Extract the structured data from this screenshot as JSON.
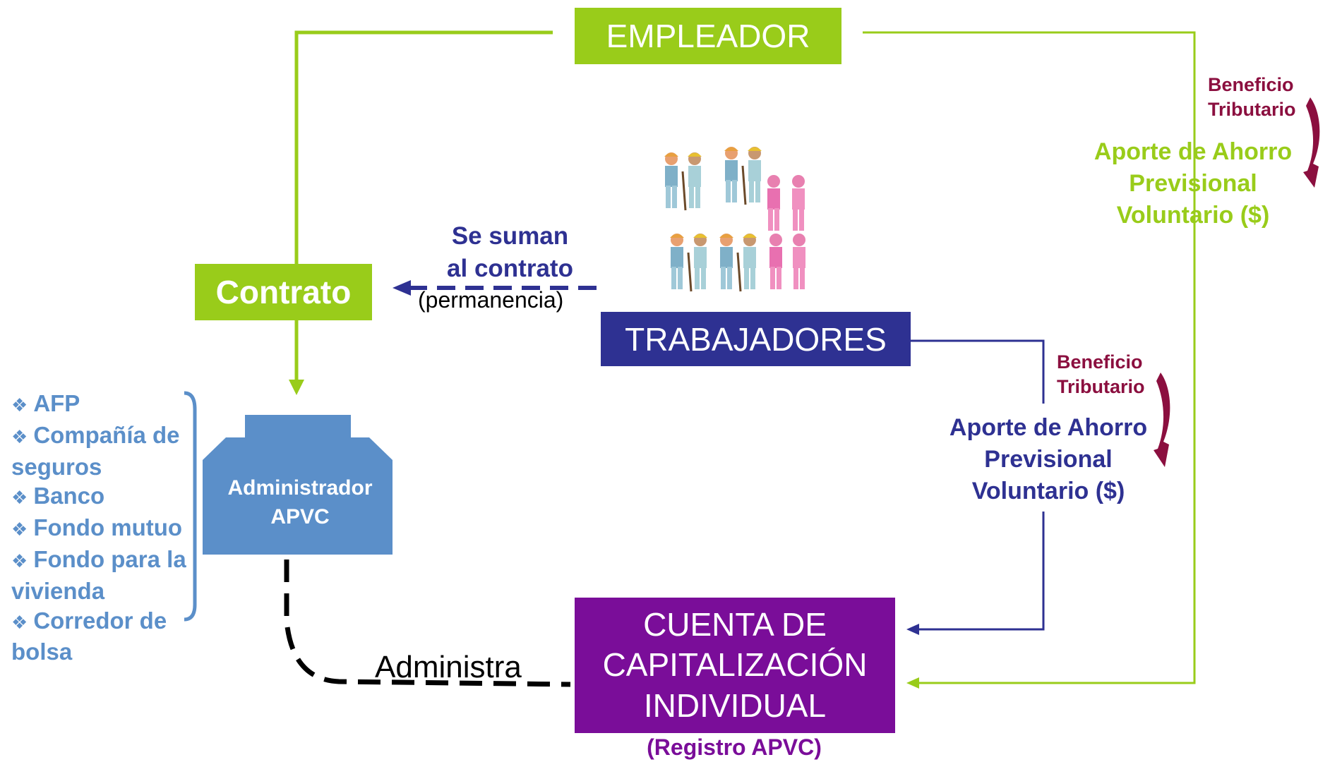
{
  "colors": {
    "green": "#99cc1a",
    "navy": "#2e3192",
    "purple": "#7a0d99",
    "admin_blue": "#5b8fc9",
    "maroon": "#8b0f3f",
    "black": "#000000"
  },
  "nodes": {
    "empleador": "EMPLEADOR",
    "contrato": "Contrato",
    "trabajadores": "TRABAJADORES",
    "cuenta": [
      "CUENTA DE",
      "CAPITALIZACIÓN",
      "INDIVIDUAL"
    ],
    "registro": "(Registro APVC)",
    "administrador": [
      "Administrador",
      "APVC"
    ]
  },
  "edges": {
    "se_suman": [
      "Se suman",
      "al contrato"
    ],
    "permanencia": "(permanencia)",
    "administra": "Administra",
    "aporte_empleador": [
      "Aporte de Ahorro",
      "Previsional",
      "Voluntario ($)"
    ],
    "aporte_trabajador": [
      "Aporte de Ahorro",
      "Previsional",
      "Voluntario ($)"
    ],
    "beneficio_empleador": [
      "Beneficio",
      "Tributario"
    ],
    "beneficio_trabajador": [
      "Beneficio",
      "Tributario"
    ]
  },
  "administradores_list": [
    "AFP",
    "Compañía de seguros",
    "Banco",
    "Fondo mutuo",
    "Fondo para la vivienda",
    "Corredor de bolsa"
  ],
  "icons": {
    "bullet": "diamond-bullet-icon",
    "workers": "workers-clipart-icon",
    "curved_arrow": "curved-arrow-icon"
  }
}
